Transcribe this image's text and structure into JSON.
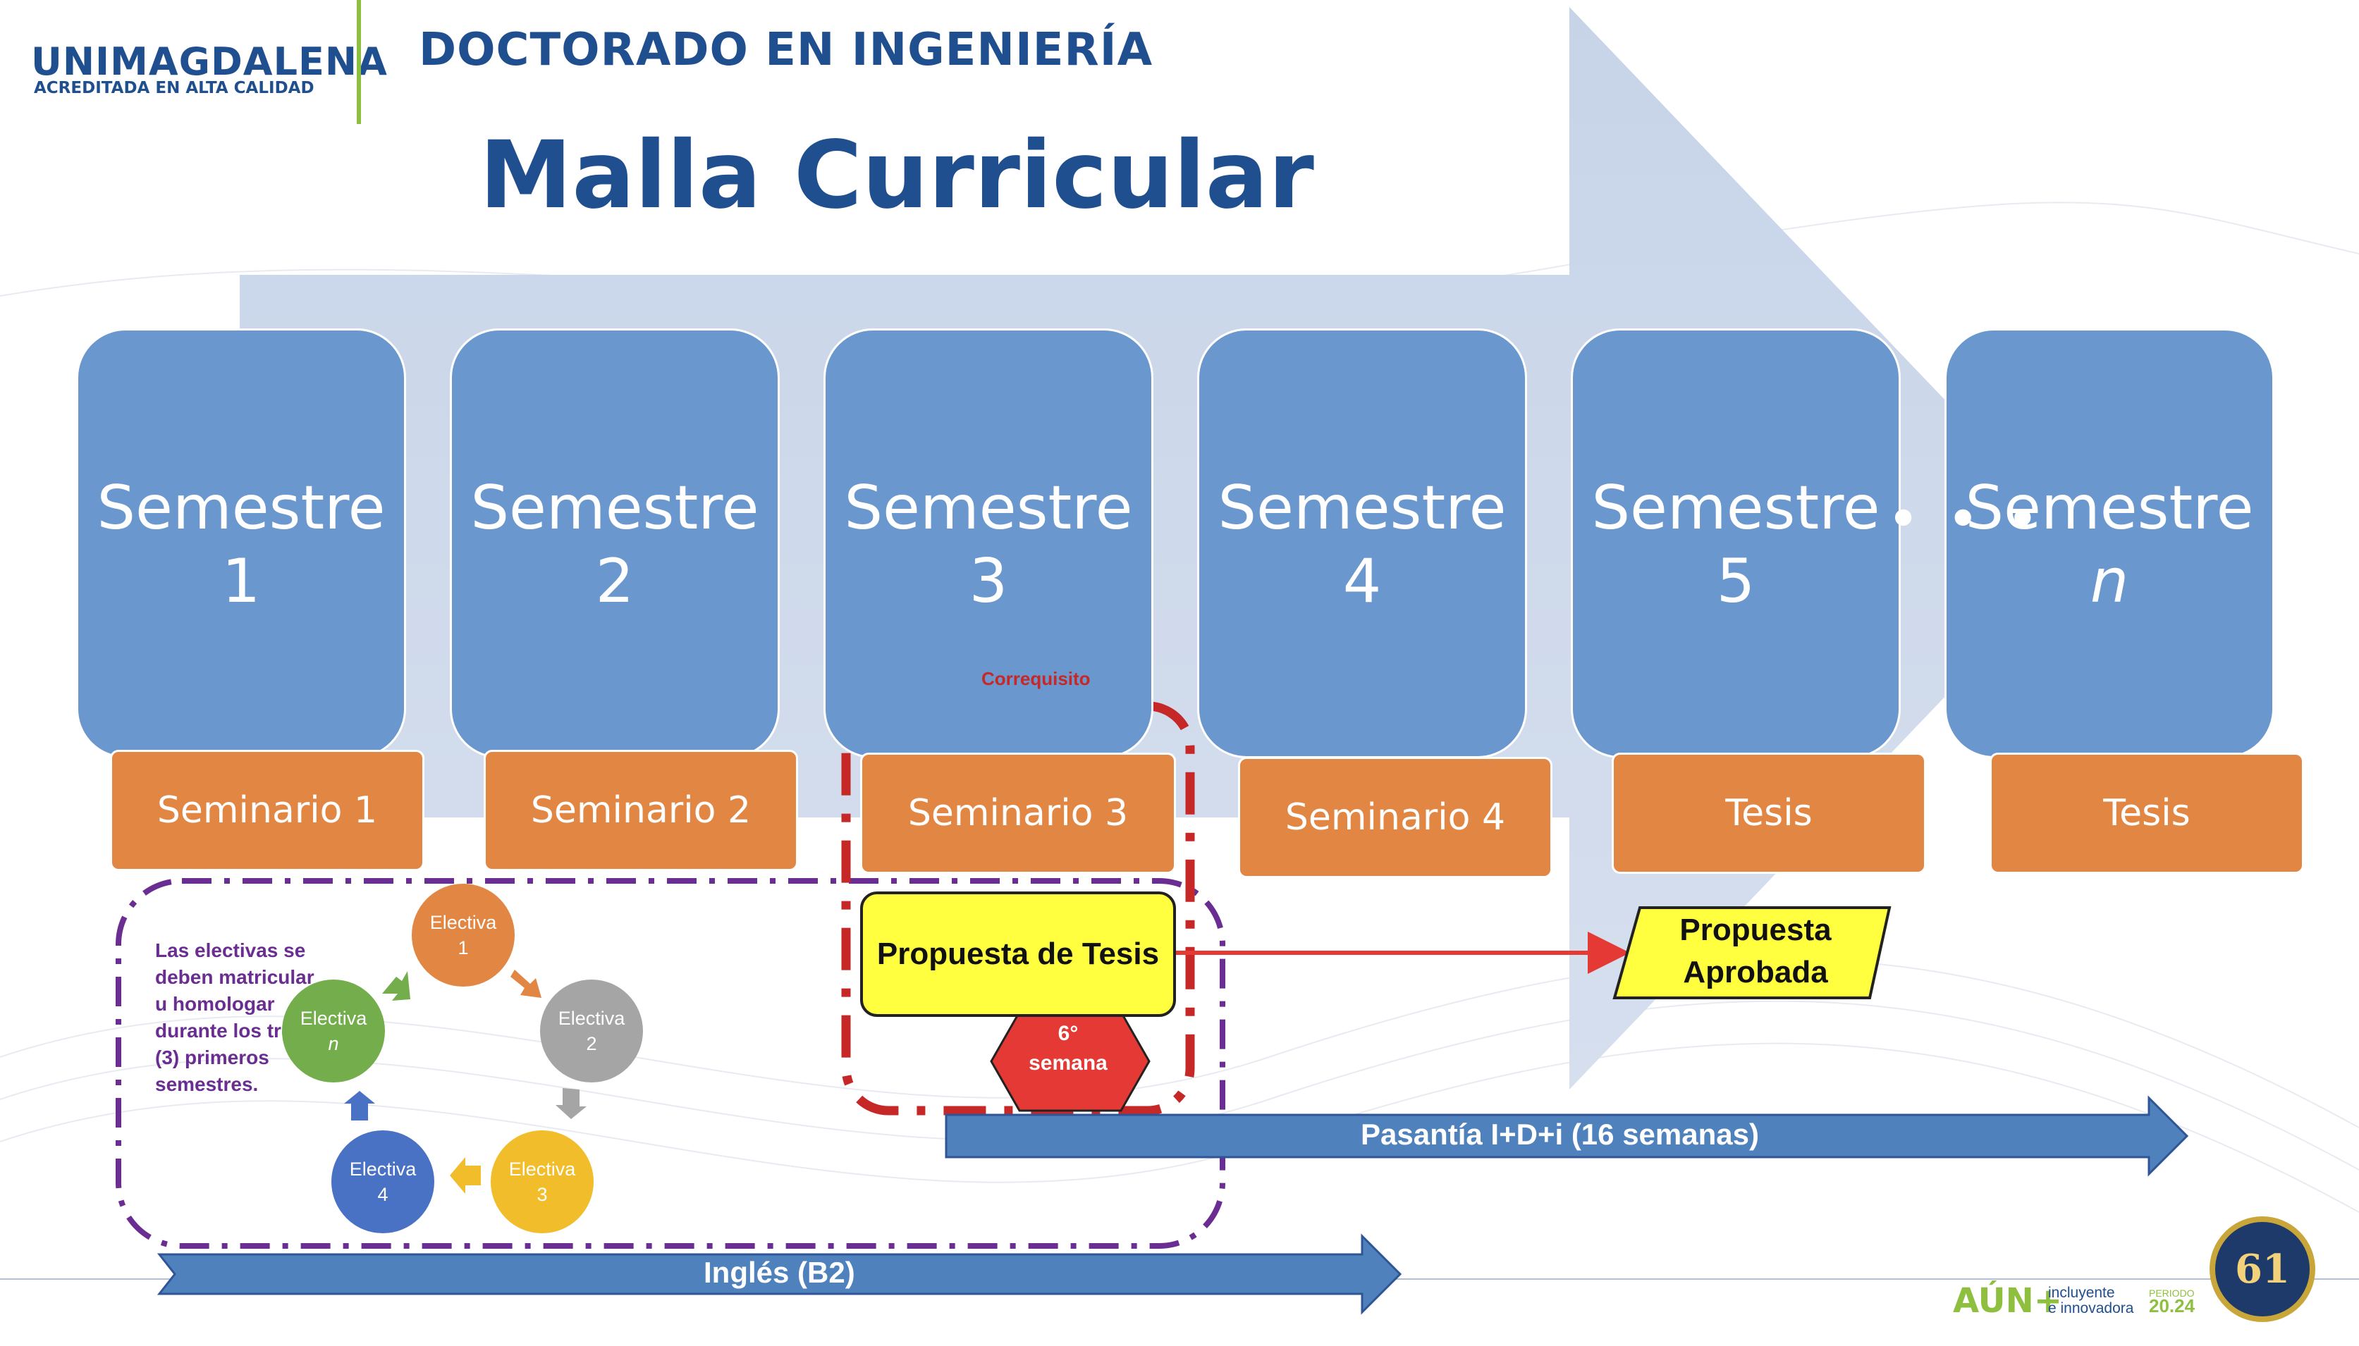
{
  "header": {
    "institution": "UNIMAGDALENA",
    "institution_sub": "ACREDITADA EN ALTA CALIDAD",
    "program": "DOCTORADO EN INGENIERÍA",
    "title": "Malla Curricular"
  },
  "semesters": [
    {
      "word": "Semestre",
      "num": "1",
      "box": "Seminario 1"
    },
    {
      "word": "Semestre",
      "num": "2",
      "box": "Seminario 2"
    },
    {
      "word": "Semestre",
      "num": "3",
      "box": "Seminario 3"
    },
    {
      "word": "Semestre",
      "num": "4",
      "box": "Seminario 4"
    },
    {
      "word": "Semestre",
      "num": "5",
      "box": "Tesis"
    },
    {
      "word": "Semestre",
      "num": "n",
      "box": "Tesis"
    }
  ],
  "ellipsis": "• • •",
  "corequisite_label": "Correquisito",
  "electives_note": "Las electivas se deben matricular u homologar durante los tres (3) primeros semestres.",
  "electives": [
    {
      "label": "Electiva",
      "num": "1",
      "color": "#e28643"
    },
    {
      "label": "Electiva",
      "num": "2",
      "color": "#a5a5a5"
    },
    {
      "label": "Electiva",
      "num": "3",
      "color": "#f2bd2a"
    },
    {
      "label": "Electiva",
      "num": "4",
      "color": "#4a72c4"
    },
    {
      "label": "Electiva",
      "num": "n",
      "color": "#74ad4c"
    }
  ],
  "proposal": {
    "label": "Propuesta de Tesis",
    "week_line1": "6°",
    "week_line2": "semana",
    "approved_line1": "Propuesta",
    "approved_line2": "Aprobada"
  },
  "arrows": {
    "internship": "Pasantía  I+D+i (16 semanas)",
    "english": "Inglés (B2)"
  },
  "footer": {
    "brand": "AÚN+",
    "tagline_line1": "incluyente",
    "tagline_line2": "e innovadora",
    "period_label": "PERIODO",
    "period_value": "20.24",
    "seal_text": "61"
  },
  "colors": {
    "brand_blue": "#1f4f8f",
    "semester_blue": "#6a97cd",
    "seminar_orange": "#e28643",
    "corequisite_red": "#c62828",
    "electives_purple": "#6a2d91",
    "arrow_blue": "#4f81bd"
  }
}
